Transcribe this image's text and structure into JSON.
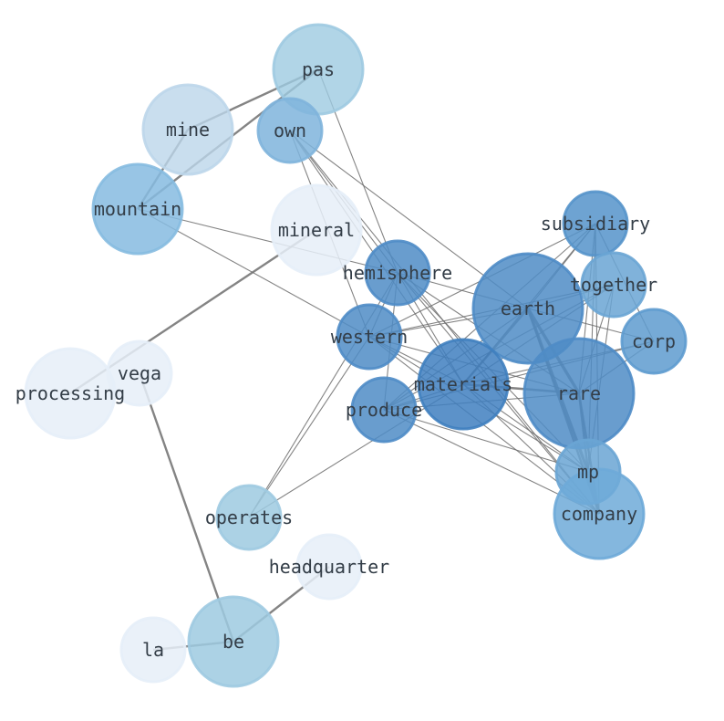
{
  "diagram": {
    "type": "network-graph",
    "nodes": [
      {
        "id": "pas",
        "label": "pas",
        "shade": "#9ecae1",
        "opacity": 0.8
      },
      {
        "id": "mine",
        "label": "mine",
        "shade": "#bcd6ea",
        "opacity": 0.8
      },
      {
        "id": "own",
        "label": "own",
        "shade": "#7fb4dc",
        "opacity": 0.85
      },
      {
        "id": "mountain",
        "label": "mountain",
        "shade": "#86bbe0",
        "opacity": 0.85
      },
      {
        "id": "mineral",
        "label": "mineral",
        "shade": "#e6eef8",
        "opacity": 0.85
      },
      {
        "id": "hemisphere",
        "label": "hemisphere",
        "shade": "#4f8cc6",
        "opacity": 0.85
      },
      {
        "id": "subsidiary",
        "label": "subsidiary",
        "shade": "#5593ca",
        "opacity": 0.85
      },
      {
        "id": "earth",
        "label": "earth",
        "shade": "#4f8cc6",
        "opacity": 0.85
      },
      {
        "id": "together",
        "label": "together",
        "shade": "#6aa5d4",
        "opacity": 0.85
      },
      {
        "id": "corp",
        "label": "corp",
        "shade": "#5e9bcf",
        "opacity": 0.85
      },
      {
        "id": "western",
        "label": "western",
        "shade": "#4f8cc6",
        "opacity": 0.85
      },
      {
        "id": "vega",
        "label": "vega",
        "shade": "#e6eef8",
        "opacity": 0.85
      },
      {
        "id": "processing",
        "label": "processing",
        "shade": "#e6eef8",
        "opacity": 0.85
      },
      {
        "id": "materials",
        "label": "materials",
        "shade": "#3f7fbf",
        "opacity": 0.85
      },
      {
        "id": "rare",
        "label": "rare",
        "shade": "#4f8cc6",
        "opacity": 0.85
      },
      {
        "id": "produce",
        "label": "produce",
        "shade": "#4f8cc6",
        "opacity": 0.85
      },
      {
        "id": "mp",
        "label": "mp",
        "shade": "#6aa5d4",
        "opacity": 0.85
      },
      {
        "id": "company",
        "label": "company",
        "shade": "#6eaad8",
        "opacity": 0.85
      },
      {
        "id": "operates",
        "label": "operates",
        "shade": "#9ecae1",
        "opacity": 0.85
      },
      {
        "id": "headquarter",
        "label": "headquarter",
        "shade": "#e6eef8",
        "opacity": 0.85
      },
      {
        "id": "be",
        "label": "be",
        "shade": "#9ecae1",
        "opacity": 0.85
      },
      {
        "id": "la",
        "label": "la",
        "shade": "#e6eef8",
        "opacity": 0.85
      }
    ],
    "edges": [
      {
        "source": "pas",
        "target": "mine",
        "weight": 2
      },
      {
        "source": "pas",
        "target": "mountain",
        "weight": 2
      },
      {
        "source": "mine",
        "target": "mountain",
        "weight": 2
      },
      {
        "source": "pas",
        "target": "hemisphere",
        "weight": 1
      },
      {
        "source": "own",
        "target": "hemisphere",
        "weight": 1
      },
      {
        "source": "own",
        "target": "western",
        "weight": 1
      },
      {
        "source": "own",
        "target": "earth",
        "weight": 1
      },
      {
        "source": "own",
        "target": "materials",
        "weight": 1
      },
      {
        "source": "own",
        "target": "company",
        "weight": 1
      },
      {
        "source": "mountain",
        "target": "hemisphere",
        "weight": 1
      },
      {
        "source": "mountain",
        "target": "western",
        "weight": 1
      },
      {
        "source": "mineral",
        "target": "processing",
        "weight": 2
      },
      {
        "source": "vega",
        "target": "be",
        "weight": 2
      },
      {
        "source": "be",
        "target": "headquarter",
        "weight": 2
      },
      {
        "source": "be",
        "target": "la",
        "weight": 2
      },
      {
        "source": "hemisphere",
        "target": "western",
        "weight": 1
      },
      {
        "source": "hemisphere",
        "target": "produce",
        "weight": 1
      },
      {
        "source": "hemisphere",
        "target": "earth",
        "weight": 1
      },
      {
        "source": "hemisphere",
        "target": "rare",
        "weight": 1
      },
      {
        "source": "hemisphere",
        "target": "mp",
        "weight": 1
      },
      {
        "source": "hemisphere",
        "target": "company",
        "weight": 1
      },
      {
        "source": "hemisphere",
        "target": "operates",
        "weight": 1
      },
      {
        "source": "hemisphere",
        "target": "materials",
        "weight": 1
      },
      {
        "source": "western",
        "target": "earth",
        "weight": 1
      },
      {
        "source": "western",
        "target": "rare",
        "weight": 1
      },
      {
        "source": "western",
        "target": "materials",
        "weight": 1
      },
      {
        "source": "western",
        "target": "mp",
        "weight": 1
      },
      {
        "source": "western",
        "target": "company",
        "weight": 1
      },
      {
        "source": "western",
        "target": "operates",
        "weight": 1
      },
      {
        "source": "western",
        "target": "together",
        "weight": 1
      },
      {
        "source": "subsidiary",
        "target": "earth",
        "weight": 1
      },
      {
        "source": "subsidiary",
        "target": "rare",
        "weight": 1
      },
      {
        "source": "subsidiary",
        "target": "materials",
        "weight": 1
      },
      {
        "source": "subsidiary",
        "target": "mp",
        "weight": 1
      },
      {
        "source": "subsidiary",
        "target": "company",
        "weight": 1
      },
      {
        "source": "subsidiary",
        "target": "corp",
        "weight": 1
      },
      {
        "source": "subsidiary",
        "target": "produce",
        "weight": 1
      },
      {
        "source": "subsidiary",
        "target": "western",
        "weight": 1
      },
      {
        "source": "together",
        "target": "earth",
        "weight": 1
      },
      {
        "source": "together",
        "target": "rare",
        "weight": 1
      },
      {
        "source": "together",
        "target": "materials",
        "weight": 1
      },
      {
        "source": "together",
        "target": "mp",
        "weight": 1
      },
      {
        "source": "together",
        "target": "produce",
        "weight": 1
      },
      {
        "source": "corp",
        "target": "earth",
        "weight": 1
      },
      {
        "source": "corp",
        "target": "materials",
        "weight": 1
      },
      {
        "source": "corp",
        "target": "rare",
        "weight": 1
      },
      {
        "source": "corp",
        "target": "produce",
        "weight": 1
      },
      {
        "source": "earth",
        "target": "rare",
        "weight": 3
      },
      {
        "source": "earth",
        "target": "mp",
        "weight": 3
      },
      {
        "source": "earth",
        "target": "company",
        "weight": 2
      },
      {
        "source": "earth",
        "target": "materials",
        "weight": 2
      },
      {
        "source": "earth",
        "target": "produce",
        "weight": 1
      },
      {
        "source": "rare",
        "target": "mp",
        "weight": 2
      },
      {
        "source": "rare",
        "target": "company",
        "weight": 2
      },
      {
        "source": "rare",
        "target": "materials",
        "weight": 2
      },
      {
        "source": "rare",
        "target": "produce",
        "weight": 1
      },
      {
        "source": "materials",
        "target": "mp",
        "weight": 1
      },
      {
        "source": "materials",
        "target": "company",
        "weight": 1
      },
      {
        "source": "materials",
        "target": "produce",
        "weight": 1
      },
      {
        "source": "materials",
        "target": "operates",
        "weight": 1
      },
      {
        "source": "produce",
        "target": "mp",
        "weight": 1
      },
      {
        "source": "produce",
        "target": "company",
        "weight": 1
      },
      {
        "source": "mp",
        "target": "company",
        "weight": 3
      }
    ]
  }
}
